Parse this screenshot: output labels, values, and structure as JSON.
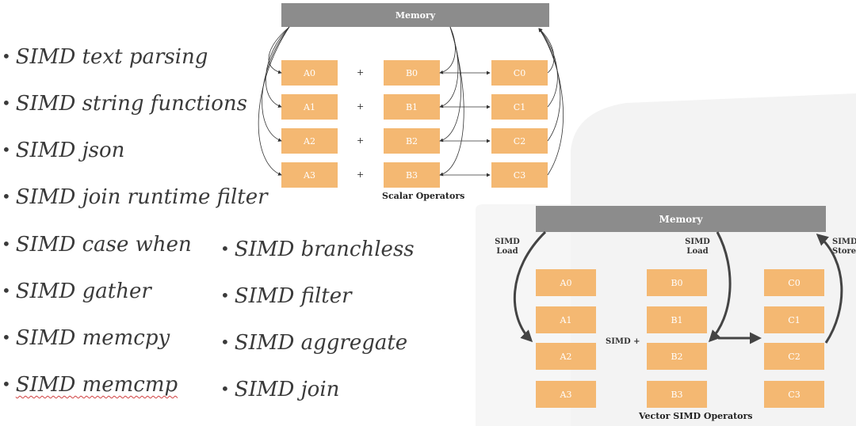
{
  "left_list": {
    "items": [
      "SIMD text parsing",
      "SIMD string functions",
      "SIMD json",
      "SIMD join runtime filter",
      "SIMD case when",
      "SIMD gather",
      "SIMD memcpy",
      "SIMD memcmp"
    ]
  },
  "right_list": {
    "items": [
      "SIMD branchless",
      "SIMD filter",
      "SIMD aggregate",
      "SIMD join"
    ]
  },
  "bullet_glyph": "•",
  "scalar_diagram": {
    "memory_label": "Memory",
    "a": [
      "A0",
      "A1",
      "A2",
      "A3"
    ],
    "plus": [
      "+",
      "+",
      "+",
      "+"
    ],
    "b": [
      "B0",
      "B1",
      "B2",
      "B3"
    ],
    "c": [
      "C0",
      "C1",
      "C2",
      "C3"
    ],
    "caption": "Scalar Operators"
  },
  "vector_diagram": {
    "memory_label": "Memory",
    "a": [
      "A0",
      "A1",
      "A2",
      "A3"
    ],
    "b": [
      "B0",
      "B1",
      "B2",
      "B3"
    ],
    "c": [
      "C0",
      "C1",
      "C2",
      "C3"
    ],
    "op_label": "SIMD +",
    "load_label_1": "SIMD\nLoad",
    "load_label_2": "SIMD\nLoad",
    "store_label": "SIMD\nStore",
    "caption": "Vector SIMD Operators"
  },
  "colors": {
    "cell": "#f4b872",
    "memory": "#8c8c8c",
    "text": "#3a3a3a",
    "background_shape": "#f3f3f3"
  }
}
